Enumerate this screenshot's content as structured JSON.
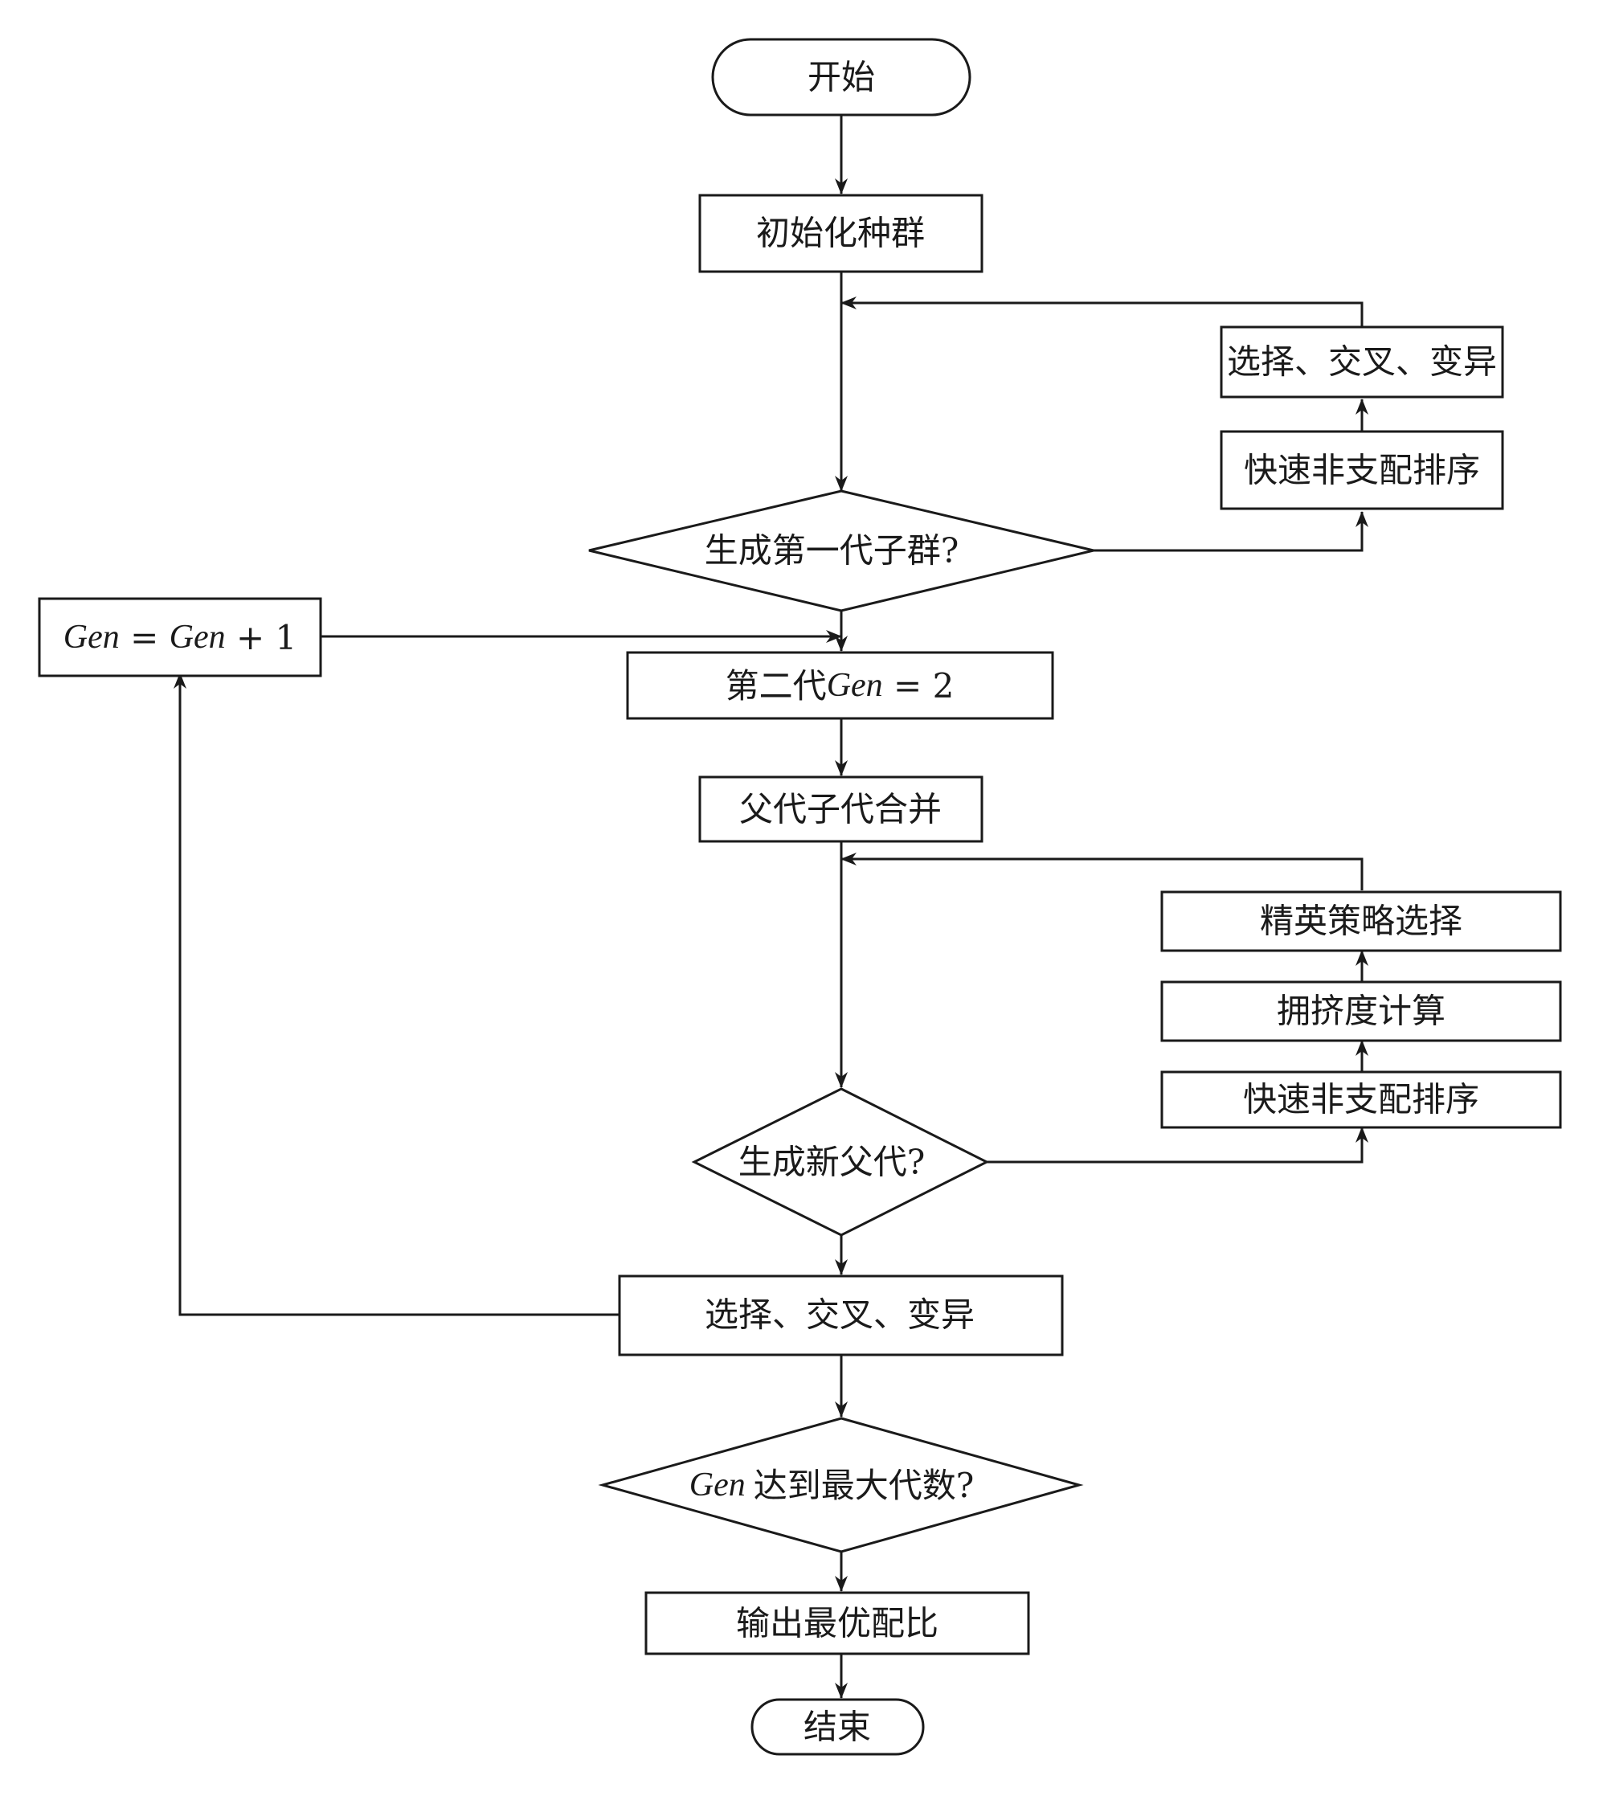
{
  "nodes": {
    "start": {
      "label": "开始"
    },
    "init": {
      "label": "初始化种群"
    },
    "first_gen": {
      "label": "生成第一代子群?"
    },
    "nds1": {
      "label": "快速非支配排序"
    },
    "sel1": {
      "label": "选择、交叉、变异"
    },
    "gen_inc": {
      "var": "Gen",
      "op1": " = ",
      "op2": " + ",
      "num": "1"
    },
    "second": {
      "prefix": "第二代",
      "var": "Gen",
      "op": " = ",
      "num": "2"
    },
    "merge": {
      "label": "父代子代合并"
    },
    "new_parent": {
      "label": "生成新父代?"
    },
    "nds2": {
      "label": "快速非支配排序"
    },
    "crowd": {
      "label": "拥挤度计算"
    },
    "elite": {
      "label": "精英策略选择"
    },
    "sel2": {
      "label": "选择、交叉、变异"
    },
    "max_gen": {
      "var": "Gen",
      "suffix": "达到最大代数?"
    },
    "output": {
      "label": "输出最优配比"
    },
    "end": {
      "label": "结束"
    }
  },
  "colors": {
    "stroke": "#1a1a1a",
    "fill": "#ffffff"
  }
}
